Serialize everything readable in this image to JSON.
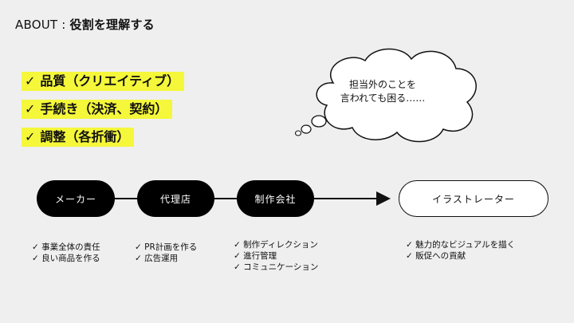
{
  "header": {
    "prefix": "ABOUT : ",
    "title": "役割を理解する"
  },
  "roles": [
    {
      "check": "✓",
      "label": "品質（クリエイティブ）"
    },
    {
      "check": "✓",
      "label": "手続き（決済、契約）"
    },
    {
      "check": "✓",
      "label": "調整（各折衝）"
    }
  ],
  "thought_bubble": {
    "line1": "担当外のことを",
    "line2": "言われても困る……"
  },
  "flow": {
    "nodes": [
      "メーカー",
      "代理店",
      "制作会社",
      "イラストレーター"
    ]
  },
  "descriptions": {
    "maker": [
      "✓ 事業全体の責任",
      "✓ 良い商品を作る"
    ],
    "agency": [
      "✓ PR計画を作る",
      "✓ 広告運用"
    ],
    "production": [
      "✓ 制作ディレクション",
      "✓ 進行管理",
      "✓ コミュニケーション"
    ],
    "illustrator": [
      "✓ 魅力的なビジュアルを描く",
      "✓ 販促への貢献"
    ]
  },
  "colors": {
    "highlight": "#f5f73a",
    "node_dark": "#000000",
    "background": "#efefef"
  }
}
